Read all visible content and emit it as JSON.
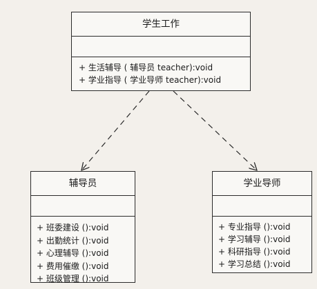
{
  "diagram": {
    "classes": {
      "student_work": {
        "name": "学生工作",
        "attributes": [],
        "operations": [
          "+ 生活辅导 ( 辅导员 teacher):void",
          "+ 学业指导 ( 学业导师 teacher):void"
        ]
      },
      "counselor": {
        "name": "辅导员",
        "attributes": [],
        "operations": [
          "+ 班委建设 ():void",
          "+ 出勤统计 ():void",
          "+ 心理辅导 ():void",
          "+ 费用催缴 ():void",
          "+ 班级管理 ():void"
        ]
      },
      "academic_tutor": {
        "name": "学业导师",
        "attributes": [],
        "operations": [
          "+ 专业指导 ():void",
          "+ 学习辅导 ():void",
          "+ 科研指导 ():void",
          "+ 学习总结 ():void"
        ]
      }
    },
    "relationships": [
      {
        "type": "dependency",
        "line_style": "dashed",
        "arrowhead": "open",
        "from": "student_work",
        "to": "counselor"
      },
      {
        "type": "dependency",
        "line_style": "dashed",
        "arrowhead": "open",
        "from": "student_work",
        "to": "academic_tutor"
      }
    ]
  },
  "colors": {
    "background": "#f3f0eb",
    "box_fill": "#f9f8f5",
    "line": "#2a2a2a",
    "text": "#1a1a1a"
  }
}
